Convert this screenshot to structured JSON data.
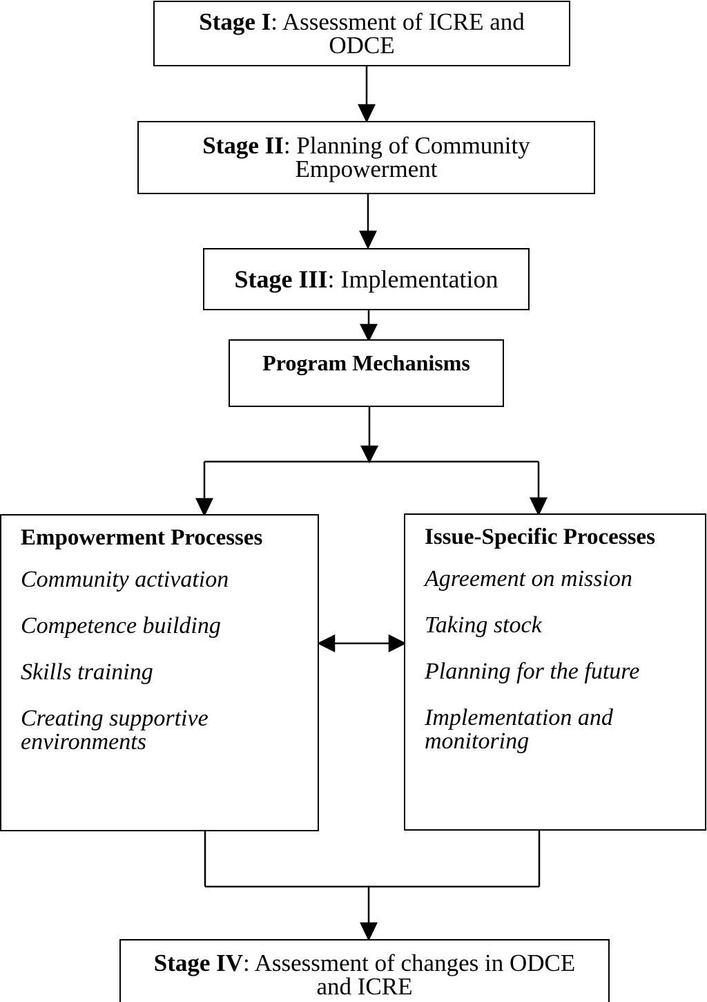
{
  "stage1": {
    "title": "Stage I",
    "separator": ": ",
    "desc_line1": "Assessment of ICRE and",
    "desc_line2": "ODCE"
  },
  "stage2": {
    "title": "Stage II",
    "separator": ": ",
    "desc_line1": "Planning of Community",
    "desc_line2": "Empowerment"
  },
  "stage3": {
    "title": "Stage III",
    "separator": ": ",
    "desc": "Implementation"
  },
  "program": {
    "title": "Program Mechanisms"
  },
  "empowerment": {
    "title": "Empowerment Processes",
    "items": [
      "Community activation",
      "Competence building",
      "Skills training",
      "Creating supportive",
      "environments"
    ]
  },
  "issue": {
    "title": "Issue-Specific Processes",
    "items": [
      "Agreement on mission",
      "Taking stock",
      "Planning for the future",
      "Implementation and",
      "monitoring"
    ]
  },
  "stage4": {
    "title": "Stage IV",
    "separator": ": ",
    "desc_line1": "Assessment of changes in ODCE",
    "desc_line2": "and ICRE"
  },
  "colors": {
    "line": "#000000",
    "background": "#ffffff"
  }
}
